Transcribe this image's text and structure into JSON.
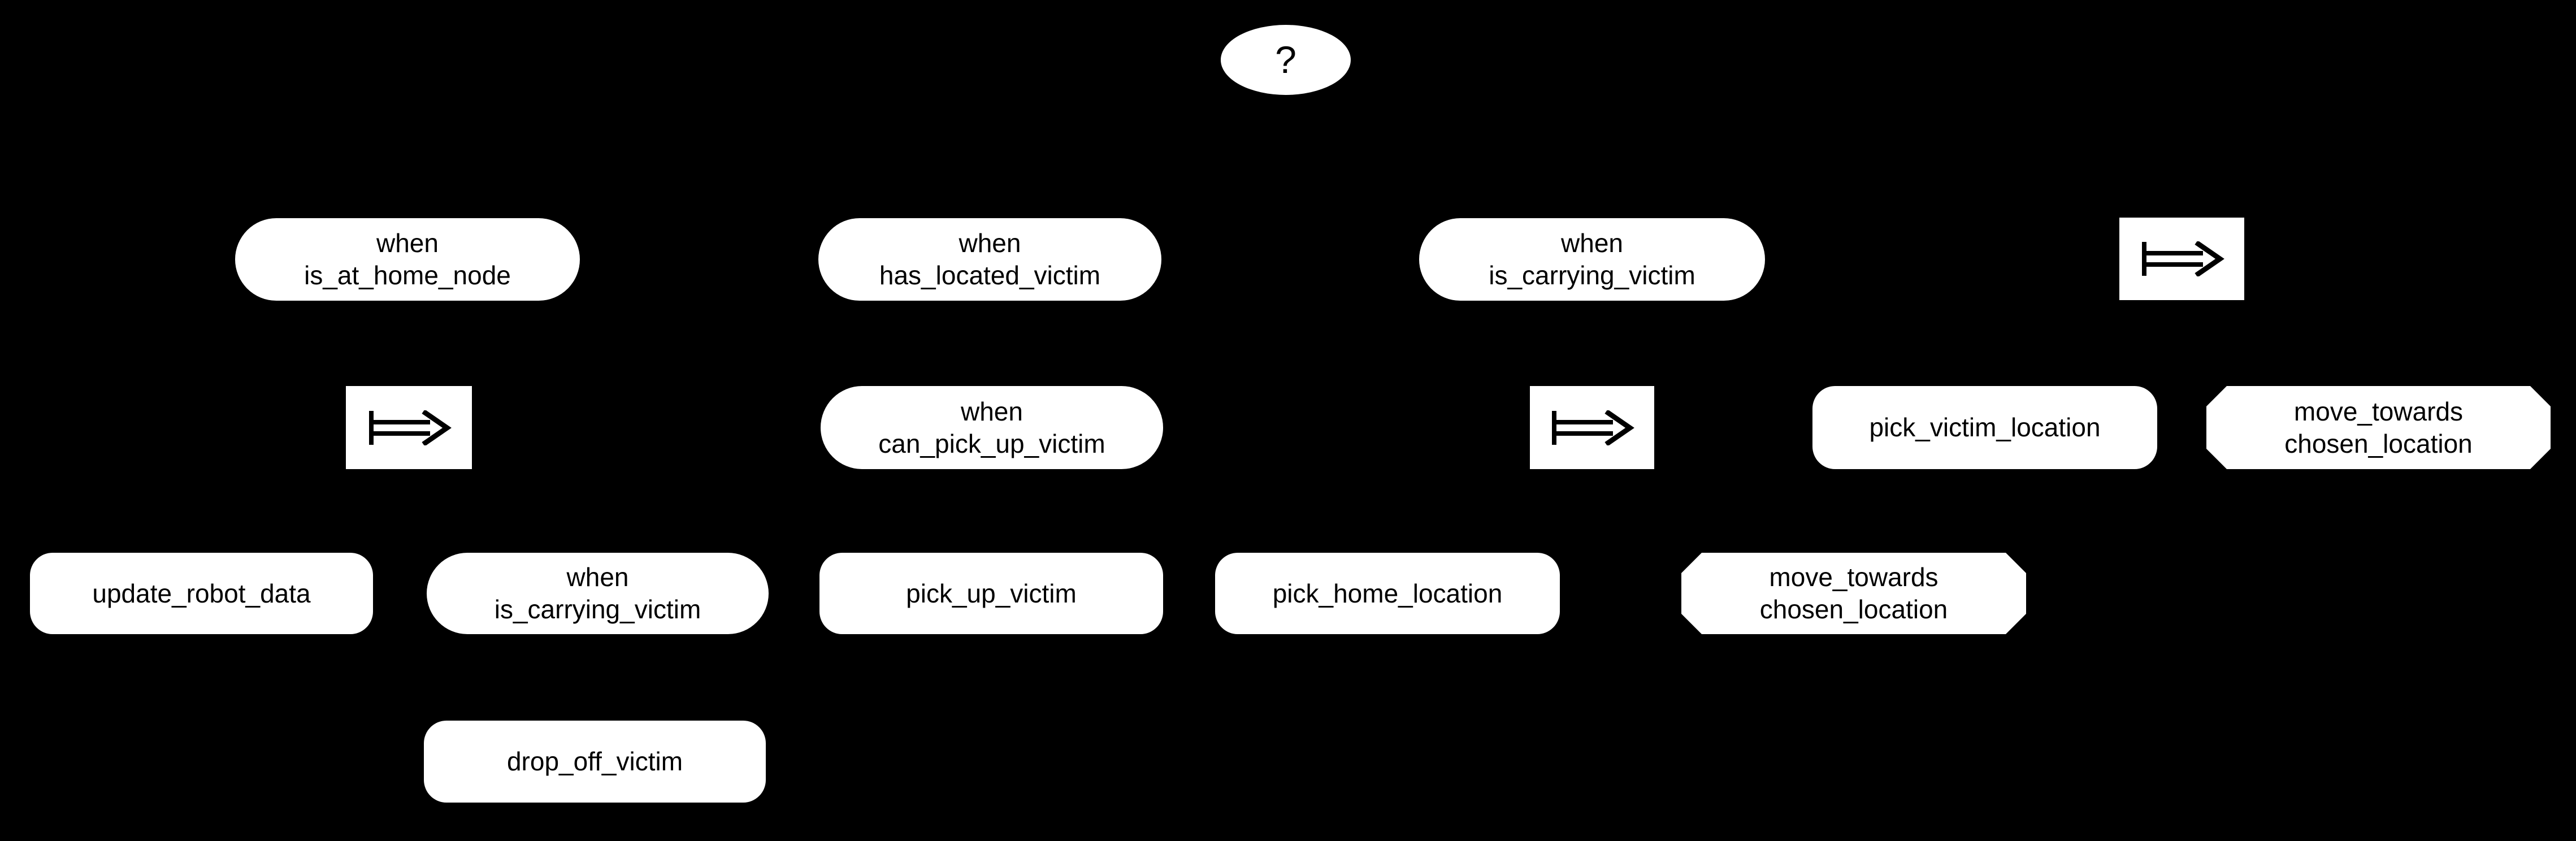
{
  "diagram": {
    "type": "behavior-tree",
    "background": "#000000",
    "node_fill": "#ffffff",
    "node_text_color": "#000000",
    "edges_visible": false
  },
  "nodes": [
    {
      "id": "root",
      "kind": "selector",
      "label": "?"
    },
    {
      "id": "when_is_at_home_node",
      "kind": "condition",
      "label": "when\nis_at_home_node"
    },
    {
      "id": "when_has_located_victim",
      "kind": "condition",
      "label": "when\nhas_located_victim"
    },
    {
      "id": "when_is_carrying_victim",
      "kind": "condition",
      "label": "when\nis_carrying_victim"
    },
    {
      "id": "sequence_top_right",
      "kind": "sequence",
      "icon": "long-double-arrow-right"
    },
    {
      "id": "sequence_left",
      "kind": "sequence",
      "icon": "long-double-arrow-right"
    },
    {
      "id": "when_can_pick_up_victim",
      "kind": "condition",
      "label": "when\ncan_pick_up_victim"
    },
    {
      "id": "sequence_middle",
      "kind": "sequence",
      "icon": "long-double-arrow-right"
    },
    {
      "id": "pick_victim_location",
      "kind": "action",
      "label": "pick_victim_location"
    },
    {
      "id": "move_towards_chosen_location_right",
      "kind": "action-octagon",
      "label": "move_towards\nchosen_location"
    },
    {
      "id": "update_robot_data",
      "kind": "action",
      "label": "update_robot_data"
    },
    {
      "id": "when_is_carrying_victim_2",
      "kind": "condition",
      "label": "when\nis_carrying_victim"
    },
    {
      "id": "pick_up_victim",
      "kind": "action",
      "label": "pick_up_victim"
    },
    {
      "id": "pick_home_location",
      "kind": "action",
      "label": "pick_home_location"
    },
    {
      "id": "move_towards_chosen_location_mid",
      "kind": "action-octagon",
      "label": "move_towards\nchosen_location"
    },
    {
      "id": "drop_off_victim",
      "kind": "action",
      "label": "drop_off_victim"
    }
  ]
}
